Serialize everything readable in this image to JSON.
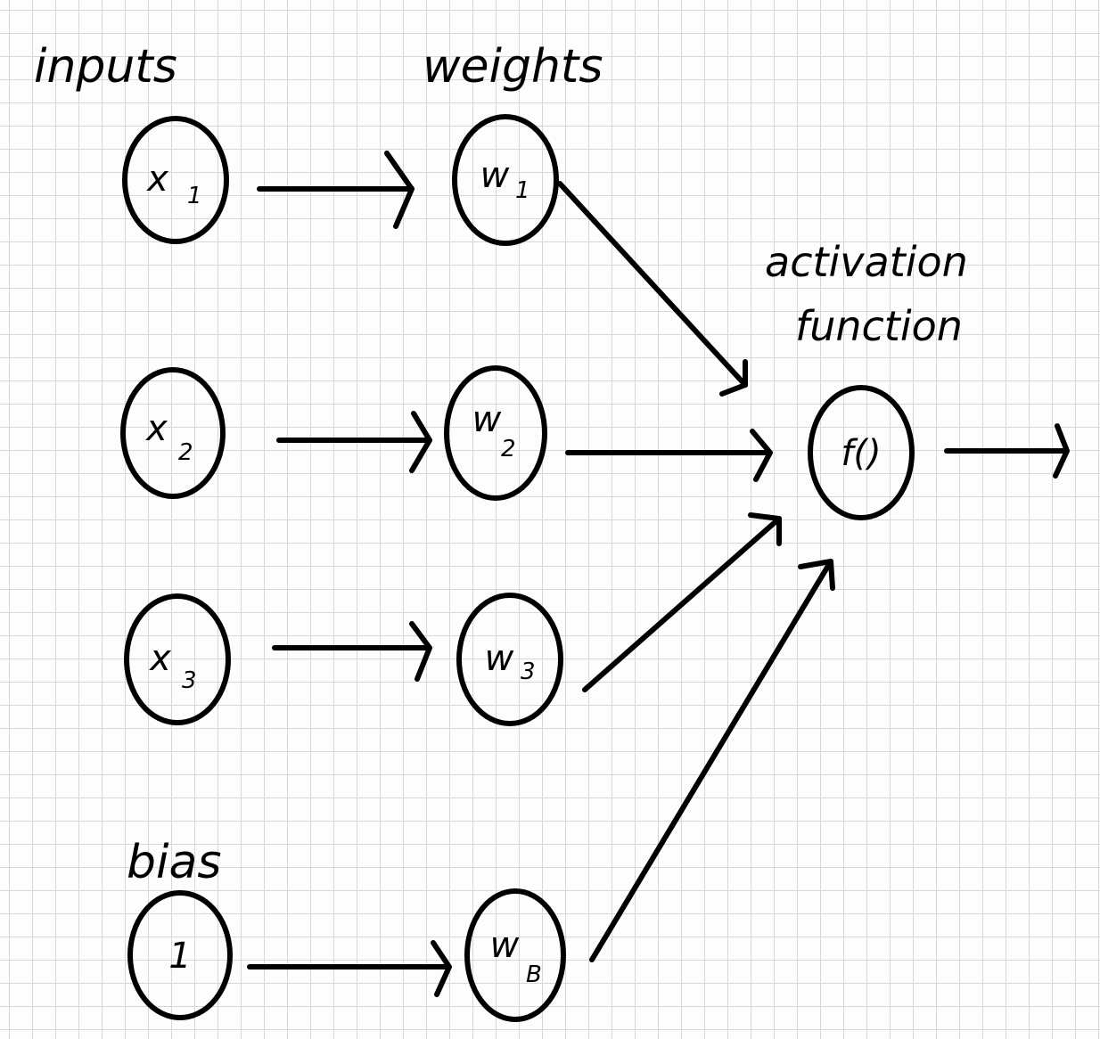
{
  "labels": {
    "inputs": "inputs",
    "weights": "weights",
    "activation_line1": "activation",
    "activation_line2": "function",
    "bias": "bias"
  },
  "nodes": {
    "x1": {
      "main": "x",
      "sub": "1"
    },
    "x2": {
      "main": "x",
      "sub": "2"
    },
    "x3": {
      "main": "x",
      "sub": "3"
    },
    "bias": {
      "main": "1"
    },
    "w1": {
      "main": "w",
      "sub": "1"
    },
    "w2": {
      "main": "w",
      "sub": "2"
    },
    "w3": {
      "main": "w",
      "sub": "3"
    },
    "wb": {
      "main": "w",
      "sub": "B"
    },
    "activation": {
      "main": "f()"
    }
  },
  "colors": {
    "ink": "#000000",
    "grid": "#d7d7d7",
    "paper": "#fdfdfd"
  }
}
